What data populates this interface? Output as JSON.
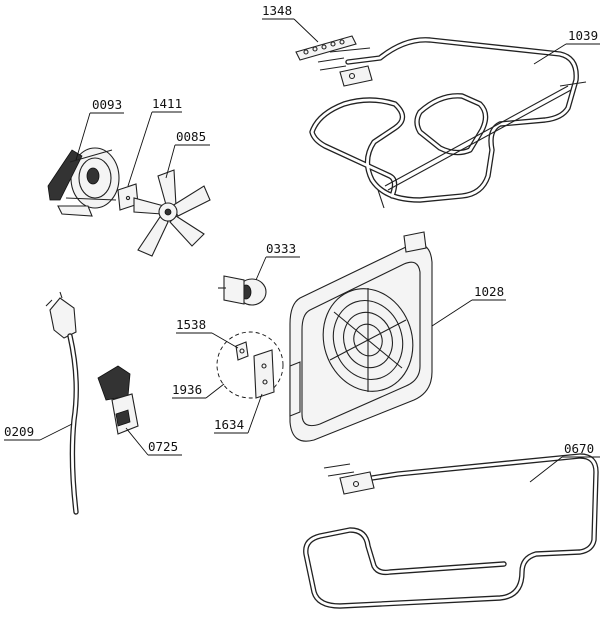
{
  "labels": {
    "l1348": "1348",
    "l1039": "1039",
    "l0093": "0093",
    "l1411": "1411",
    "l0085": "0085",
    "l0333": "0333",
    "l1028": "1028",
    "l1538": "1538",
    "l1936": "1936",
    "l1634": "1634",
    "l0209": "0209",
    "l0725": "0725",
    "l0670": "0670"
  }
}
